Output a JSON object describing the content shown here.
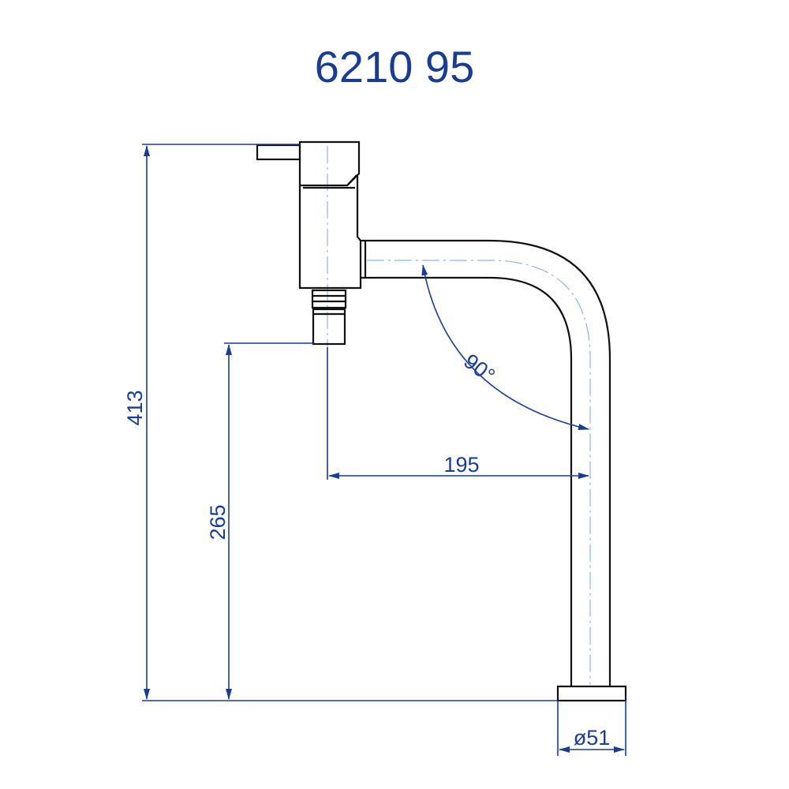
{
  "title": "6210 95",
  "colors": {
    "dimension": "#1a3d8f",
    "outline": "#111111",
    "centerline": "#8fb4e3"
  },
  "dimensions": {
    "total_height": "413",
    "spout_height": "265",
    "spout_reach": "195",
    "angle": "90°",
    "base_diameter": "ø51"
  }
}
